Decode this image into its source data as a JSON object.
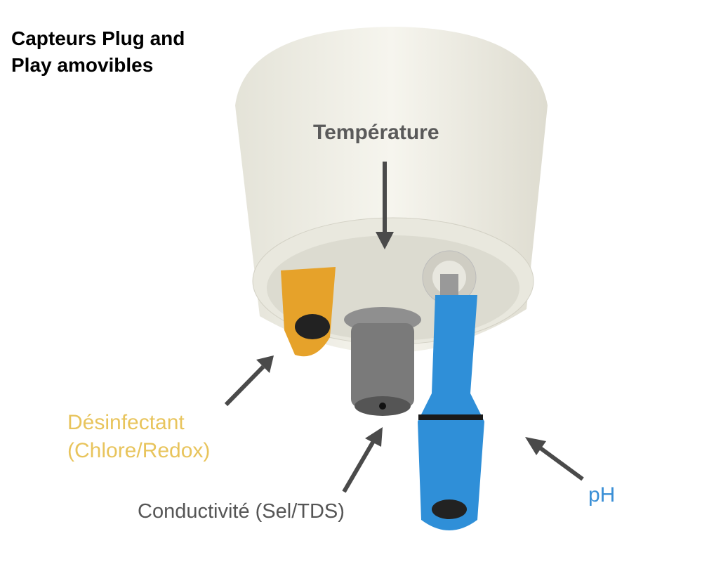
{
  "title": {
    "line1": "Capteurs Plug and",
    "line2": "Play amovibles"
  },
  "labels": {
    "temperature": "Température",
    "disinfectant_line1": "Désinfectant",
    "disinfectant_line2": "(Chlore/Redox)",
    "conductivity": "Conductivité (Sel/TDS)",
    "ph": "pH"
  },
  "colors": {
    "disinfectant": "#e8c45c",
    "ph": "#3a8fd6",
    "conductivity": "#555555",
    "device": "#efeee4"
  }
}
